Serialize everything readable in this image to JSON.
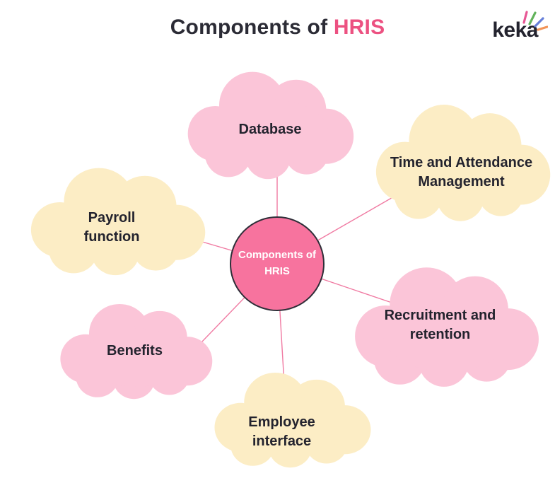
{
  "header": {
    "title_prefix": "Components of ",
    "title_highlight": "HRIS",
    "logo_text": "keka"
  },
  "center_node": {
    "line1": "Components of",
    "line2": "HRIS"
  },
  "clouds": [
    {
      "id": "database",
      "color": "pink",
      "lines": [
        "Database"
      ]
    },
    {
      "id": "time-attendance",
      "color": "cream",
      "lines": [
        "Time and Attendance",
        "Management"
      ]
    },
    {
      "id": "payroll",
      "color": "cream",
      "lines": [
        "Payroll",
        "function"
      ]
    },
    {
      "id": "recruitment",
      "color": "pink",
      "lines": [
        "Recruitment and",
        "retention"
      ]
    },
    {
      "id": "benefits",
      "color": "pink",
      "lines": [
        "Benefits"
      ]
    },
    {
      "id": "employee-interface",
      "color": "cream",
      "lines": [
        "Employee",
        "interface"
      ]
    }
  ],
  "colors": {
    "cloud_pink": "#FBC5D8",
    "cloud_cream": "#FCEDC5",
    "center_fill": "#F7739E",
    "center_border": "#2E2E38",
    "connector": "#F07AA2",
    "title_text": "#2B2B35",
    "title_highlight": "#EC5181",
    "label_text": "#23232E",
    "center_text": "#FFFFFF",
    "spark_colors": [
      "#E75694",
      "#62B35B",
      "#667FD9",
      "#F29457"
    ]
  }
}
